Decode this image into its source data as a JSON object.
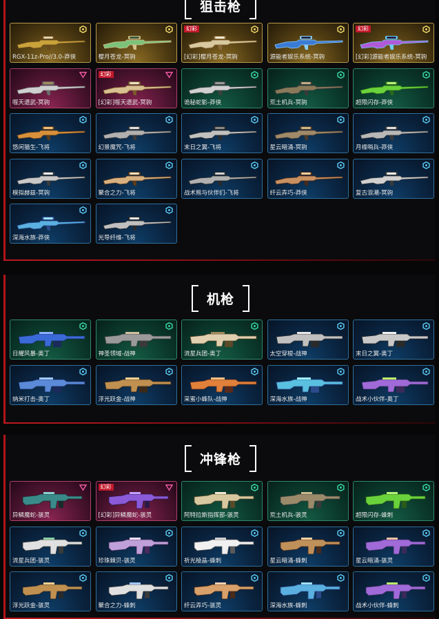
{
  "sections": [
    {
      "id": "sniper",
      "title": "狙击枪",
      "items": [
        {
          "name": "RGX-11z-Pro//3.0-莽侠",
          "rarity": "gold",
          "tag": "",
          "palette": [
            "#c9a23a",
            "#6a4a1e",
            "#e0d6b0"
          ]
        },
        {
          "name": "樱月苍龙-冥驹",
          "rarity": "gold",
          "tag": "",
          "palette": [
            "#7cc27a",
            "#d4c08a",
            "#3a5a3a"
          ]
        },
        {
          "name": "[幻彩]樱月苍龙-冥驹",
          "rarity": "gold",
          "tag": "幻彩",
          "palette": [
            "#d8c9a0",
            "#8a6a3a",
            "#f0e8d0"
          ]
        },
        {
          "name": "源能者娱乐系统-冥驹",
          "rarity": "gold",
          "tag": "",
          "palette": [
            "#3a7bd5",
            "#8ad0ff",
            "#222a44"
          ]
        },
        {
          "name": "[幻彩]源能者娱乐系统-冥驹",
          "rarity": "gold",
          "tag": "幻彩",
          "palette": [
            "#b05ad8",
            "#6ad0ff",
            "#222244"
          ]
        },
        {
          "name": "噬天遗武-冥驹",
          "rarity": "pink",
          "tag": "",
          "palette": [
            "#cfcfcf",
            "#6a6a6a",
            "#a08a5a"
          ]
        },
        {
          "name": "[幻彩]噬天遗武-冥驹",
          "rarity": "pink",
          "tag": "幻彩",
          "palette": [
            "#d8c090",
            "#7a5a2a",
            "#e8e0c8"
          ]
        },
        {
          "name": "诡秘蛇影-莽侠",
          "rarity": "green",
          "tag": "",
          "palette": [
            "#d0d0d0",
            "#404040",
            "#9a9a9a"
          ]
        },
        {
          "name": "荒土机兵-冥驹",
          "rarity": "green",
          "tag": "",
          "palette": [
            "#8a7a5a",
            "#3a3a3a",
            "#bfae88"
          ]
        },
        {
          "name": "超限闪存-莽侠",
          "rarity": "green",
          "tag": "",
          "palette": [
            "#6ad23a",
            "#2a6a1a",
            "#b8f07a"
          ]
        },
        {
          "name": "悠闲猫生-飞将",
          "rarity": "blue",
          "tag": "",
          "palette": [
            "#d8903a",
            "#5a3a1a",
            "#f0c080"
          ]
        },
        {
          "name": "幻景魔咒-飞将",
          "rarity": "blue",
          "tag": "",
          "palette": [
            "#b0b0b0",
            "#3a3a3a",
            "#e0e0e0"
          ]
        },
        {
          "name": "末日之翼-飞将",
          "rarity": "blue",
          "tag": "",
          "palette": [
            "#c0c0c0",
            "#2a2a2a",
            "#8a8a8a"
          ]
        },
        {
          "name": "星云暗涌-冥驹",
          "rarity": "blue",
          "tag": "",
          "palette": [
            "#a08a6a",
            "#4a3a2a",
            "#d0b88a"
          ]
        },
        {
          "name": "月缘哨兵-莽侠",
          "rarity": "blue",
          "tag": "",
          "palette": [
            "#b8b8b8",
            "#3a3a3a",
            "#e0e0e0"
          ]
        },
        {
          "name": "模拟赫兹-冥驹",
          "rarity": "blue",
          "tag": "",
          "palette": [
            "#c8c8c8",
            "#3a3a3a",
            "#f0f0f0"
          ]
        },
        {
          "name": "聚合之力-飞将",
          "rarity": "blue",
          "tag": "",
          "palette": [
            "#d8b080",
            "#5a3a1a",
            "#f0e0c0"
          ]
        },
        {
          "name": "战术熊与伙伴们-飞将",
          "rarity": "blue",
          "tag": "",
          "palette": [
            "#b0b0b0",
            "#2a2a2a",
            "#d0d0d0"
          ]
        },
        {
          "name": "纤云弄巧-莽侠",
          "rarity": "blue",
          "tag": "",
          "palette": [
            "#c89060",
            "#4a2a1a",
            "#f0d0a0"
          ]
        },
        {
          "name": "复古浪潮-冥驹",
          "rarity": "blue",
          "tag": "",
          "palette": [
            "#d0d0d0",
            "#3a3a3a",
            "#f0f0f0"
          ]
        },
        {
          "name": "深海水族-莽侠",
          "rarity": "blue",
          "tag": "",
          "palette": [
            "#5ab0e0",
            "#2a4a8a",
            "#a0e0ff"
          ]
        },
        {
          "name": "光导纤维-飞将",
          "rarity": "blue",
          "tag": "",
          "palette": [
            "#c0c0c0",
            "#2a2a2a",
            "#e8e8e8"
          ]
        }
      ]
    },
    {
      "id": "mg",
      "title": "机枪",
      "items": [
        {
          "name": "日耀风暴-奥丁",
          "rarity": "green",
          "tag": "",
          "palette": [
            "#3a6ad8",
            "#1a2a5a",
            "#8ab0ff"
          ]
        },
        {
          "name": "神圣领域-战神",
          "rarity": "green",
          "tag": "",
          "palette": [
            "#9a9a9a",
            "#3a3a3a",
            "#d0c0a0"
          ]
        },
        {
          "name": "流星兵团-奥丁",
          "rarity": "green",
          "tag": "",
          "palette": [
            "#e0d0b0",
            "#5a4a2a",
            "#a08a5a"
          ]
        },
        {
          "name": "太空穿梭-战神",
          "rarity": "blue",
          "tag": "",
          "palette": [
            "#c0c0c0",
            "#2a2a2a",
            "#e8e8e8"
          ]
        },
        {
          "name": "末日之翼-奥丁",
          "rarity": "blue",
          "tag": "",
          "palette": [
            "#c8c8c8",
            "#2a2a2a",
            "#f0f0f0"
          ]
        },
        {
          "name": "纳米打击-奥丁",
          "rarity": "blue",
          "tag": "",
          "palette": [
            "#5a8ad8",
            "#1a2a5a",
            "#a0c8ff"
          ]
        },
        {
          "name": "浮光跃金-战神",
          "rarity": "blue",
          "tag": "",
          "palette": [
            "#c09050",
            "#3a2a1a",
            "#f0d090"
          ]
        },
        {
          "name": "采蜜小蜂队-战神",
          "rarity": "blue",
          "tag": "",
          "palette": [
            "#e0803a",
            "#5a2a1a",
            "#ffc080"
          ]
        },
        {
          "name": "深海水族-战神",
          "rarity": "blue",
          "tag": "",
          "palette": [
            "#5ac0e0",
            "#2a4a8a",
            "#a0f0ff"
          ]
        },
        {
          "name": "战术小伙伴-奥丁",
          "rarity": "blue",
          "tag": "",
          "palette": [
            "#a06ad8",
            "#3a2a5a",
            "#c0f06a"
          ]
        }
      ]
    },
    {
      "id": "smg",
      "title": "冲锋枪",
      "items": [
        {
          "name": "异鳞魔蛇-骇灵",
          "rarity": "pink",
          "tag": "",
          "palette": [
            "#3a8a8a",
            "#1a2a2a",
            "#8ad0d0"
          ]
        },
        {
          "name": "[幻彩]异鳞魔蛇-骇灵",
          "rarity": "pink",
          "tag": "幻彩",
          "palette": [
            "#8a5ad8",
            "#2a1a4a",
            "#c0a0ff"
          ]
        },
        {
          "name": "阿特拉斯指挥部-骇灵",
          "rarity": "green",
          "tag": "",
          "palette": [
            "#d8c8a0",
            "#5a4a2a",
            "#f0e8d0"
          ]
        },
        {
          "name": "荒土机兵-骇灵",
          "rarity": "green",
          "tag": "",
          "palette": [
            "#9a8a6a",
            "#3a3a3a",
            "#c8b890"
          ]
        },
        {
          "name": "超限闪存-蜂刺",
          "rarity": "green",
          "tag": "",
          "palette": [
            "#6ad23a",
            "#2a5a1a",
            "#b8f07a"
          ]
        },
        {
          "name": "流星兵团-骇灵",
          "rarity": "blue",
          "tag": "",
          "palette": [
            "#e0e0e0",
            "#3a3a3a",
            "#8ad0a0"
          ]
        },
        {
          "name": "珍珠棘贝-骇灵",
          "rarity": "blue",
          "tag": "",
          "palette": [
            "#c0a0d8",
            "#4a2a5a",
            "#f0e0ff"
          ]
        },
        {
          "name": "祈光棱晶-蜂刺",
          "rarity": "blue",
          "tag": "",
          "palette": [
            "#f0f0f0",
            "#5a5a5a",
            "#d0d0d0"
          ]
        },
        {
          "name": "星云暗涌-蜂刺",
          "rarity": "blue",
          "tag": "",
          "palette": [
            "#c0905a",
            "#4a2a1a",
            "#f0d0a0"
          ]
        },
        {
          "name": "星云暗涌-骇灵",
          "rarity": "blue",
          "tag": "",
          "palette": [
            "#a06ad8",
            "#3a2a5a",
            "#f0c0a0"
          ]
        },
        {
          "name": "浮光跃金-骇灵",
          "rarity": "blue",
          "tag": "",
          "palette": [
            "#c09050",
            "#2a2a2a",
            "#f0d090"
          ]
        },
        {
          "name": "聚合之力-蜂刺",
          "rarity": "blue",
          "tag": "",
          "palette": [
            "#e0e0e0",
            "#3a3a3a",
            "#a0c8ff"
          ]
        },
        {
          "name": "纤云弄巧-骇灵",
          "rarity": "blue",
          "tag": "",
          "palette": [
            "#d8a06a",
            "#4a2a1a",
            "#f0d0b0"
          ]
        },
        {
          "name": "深海水族-蜂刺",
          "rarity": "blue",
          "tag": "",
          "palette": [
            "#5ab0e0",
            "#2a4a8a",
            "#a0e0ff"
          ]
        },
        {
          "name": "战术小伙伴-蜂刺",
          "rarity": "blue",
          "tag": "",
          "palette": [
            "#a06ad8",
            "#3a2a5a",
            "#c0f06a"
          ]
        }
      ]
    }
  ],
  "colors": {
    "accent_red": "#b3141b",
    "hex_blue": "#5ac8f0",
    "hex_green": "#3ad8a0",
    "hex_gold": "#f0d86a",
    "hex_pink": "#f05aa0",
    "tag_red": "#c3182a"
  }
}
